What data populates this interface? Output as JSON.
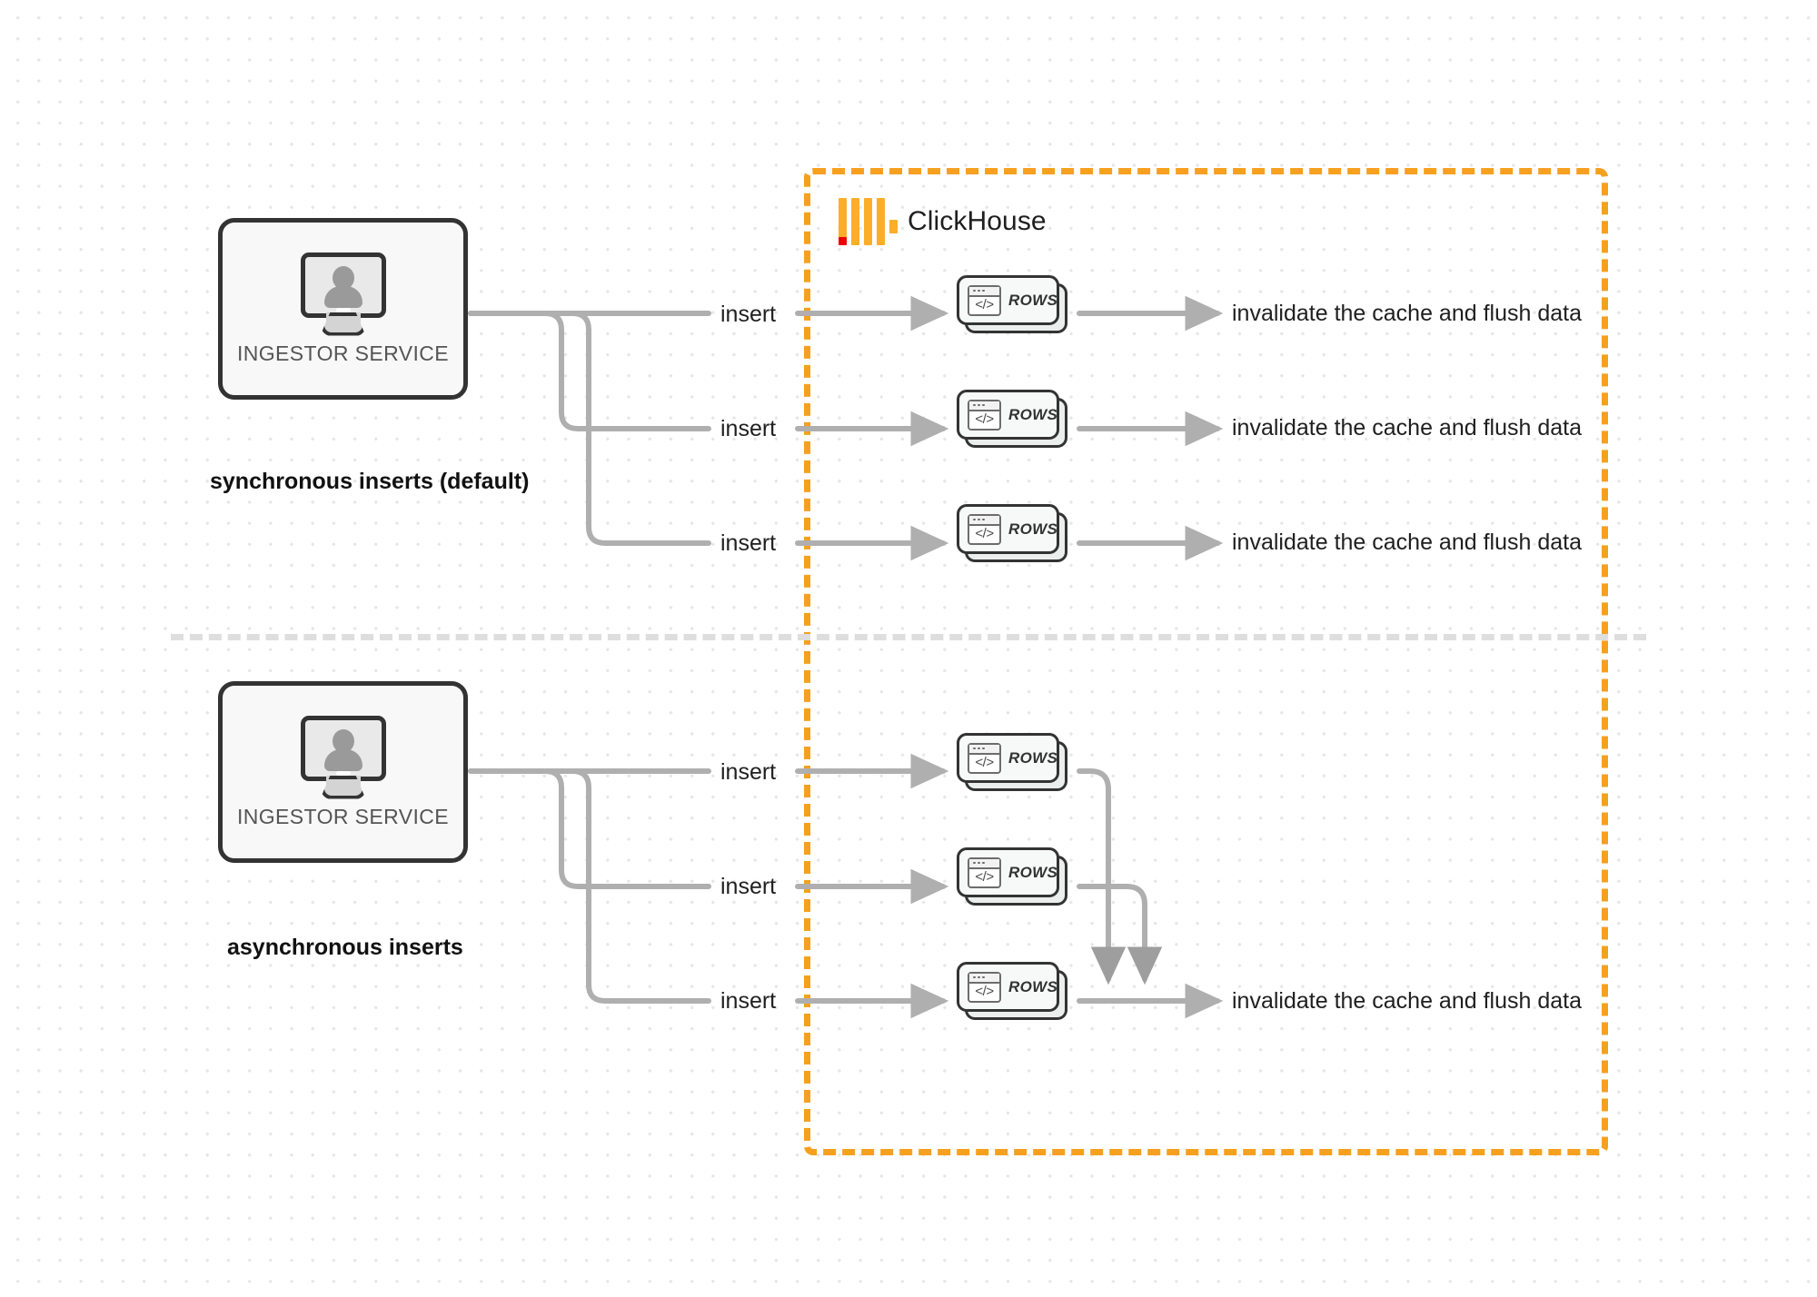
{
  "diagram": {
    "title": "ClickHouse synchronous vs asynchronous inserts",
    "colors": {
      "accent_orange": "#F6A020",
      "logo_orange": "#FAAE2A",
      "logo_red": "#ED0000",
      "wire_gray": "#AFAFAF",
      "node_border": "#333333",
      "background": "#FFFFFF",
      "grid_dot": "#E6E6E6",
      "divider": "#DEDEDE"
    }
  },
  "clickhouse": {
    "label": "ClickHouse",
    "logo_name": "clickhouse-logo"
  },
  "sections": [
    {
      "id": "synchronous",
      "caption": "synchronous inserts (default)",
      "service": {
        "label": "INGESTOR SERVICE",
        "icon": "monitor-user-icon"
      },
      "flows": [
        {
          "insert_label": "insert",
          "card_label": "ROWS",
          "card_icon": "code-window-icon",
          "outcome": "invalidate the cache and flush data"
        },
        {
          "insert_label": "insert",
          "card_label": "ROWS",
          "card_icon": "code-window-icon",
          "outcome": "invalidate the cache and flush data"
        },
        {
          "insert_label": "insert",
          "card_label": "ROWS",
          "card_icon": "code-window-icon",
          "outcome": "invalidate the cache and flush data"
        }
      ]
    },
    {
      "id": "asynchronous",
      "caption": "asynchronous inserts",
      "service": {
        "label": "INGESTOR SERVICE",
        "icon": "monitor-user-icon"
      },
      "flows": [
        {
          "insert_label": "insert",
          "card_label": "ROWS",
          "card_icon": "code-window-icon"
        },
        {
          "insert_label": "insert",
          "card_label": "ROWS",
          "card_icon": "code-window-icon"
        },
        {
          "insert_label": "insert",
          "card_label": "ROWS",
          "card_icon": "code-window-icon"
        }
      ],
      "merged_outcome": "invalidate the cache and flush data"
    }
  ],
  "code_glyph": "</>"
}
